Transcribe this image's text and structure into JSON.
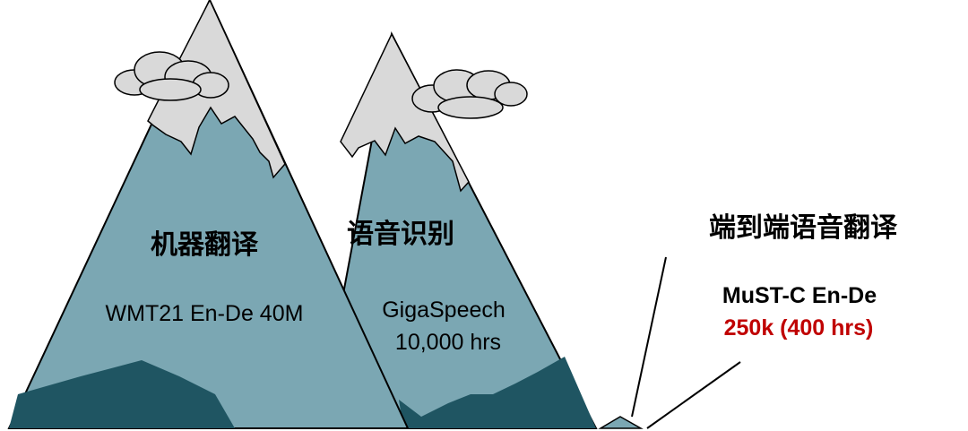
{
  "colors": {
    "mountain_fill": "#7ba7b3",
    "snow_fill": "#d9d9d9",
    "foothill_fill": "#1f5562",
    "outline": "#000000",
    "highlight_red": "#c00000",
    "text_dark": "#000000"
  },
  "left_mountain": {
    "title": "机器翻译",
    "dataset": "WMT21 En-De 40M"
  },
  "middle_mountain": {
    "title": "语音识别",
    "dataset_line1": "GigaSpeech",
    "dataset_line2": "10,000 hrs"
  },
  "small_peak": {
    "title": "端到端语音翻译",
    "dataset": "MuST-C En-De",
    "amount": "250k (400 hrs)"
  },
  "icons": [
    "cloud-icon",
    "cloud-icon"
  ]
}
